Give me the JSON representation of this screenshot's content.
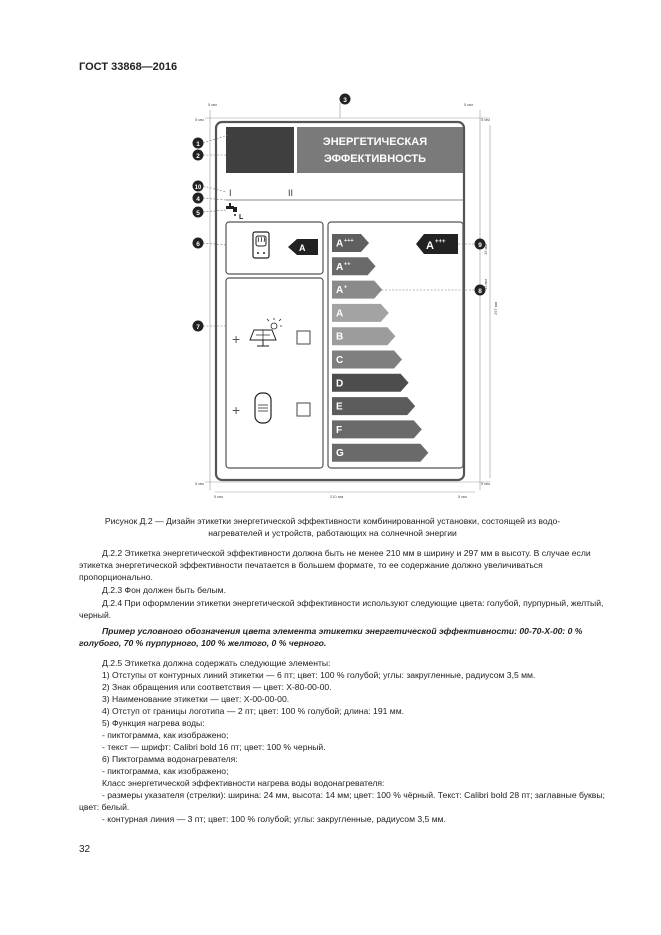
{
  "header": {
    "standard": "ГОСТ 33868—2016"
  },
  "label": {
    "title_line1": "ЭНЕРГЕТИЧЕСКАЯ",
    "title_line2": "ЭФФЕКТИВНОСТЬ",
    "roman1": "I",
    "roman2": "II",
    "tap_sub": "L",
    "heater_class": "A",
    "big_class": "A",
    "big_class_sup": "+++",
    "scale": [
      {
        "letter": "A",
        "sup": "+++",
        "color": "#5f5f5f"
      },
      {
        "letter": "A",
        "sup": "++",
        "color": "#6a6a6a"
      },
      {
        "letter": "A",
        "sup": "+",
        "color": "#8a8a8a"
      },
      {
        "letter": "A",
        "sup": "",
        "color": "#a3a3a3"
      },
      {
        "letter": "B",
        "sup": "",
        "color": "#9c9c9c"
      },
      {
        "letter": "C",
        "sup": "",
        "color": "#7f7f7f"
      },
      {
        "letter": "D",
        "sup": "",
        "color": "#4d4d4d"
      },
      {
        "letter": "E",
        "sup": "",
        "color": "#5c5c5c"
      },
      {
        "letter": "F",
        "sup": "",
        "color": "#6a6a6a"
      },
      {
        "letter": "G",
        "sup": "",
        "color": "#6a6a6a"
      }
    ],
    "callouts": [
      "1",
      "2",
      "3",
      "4",
      "5",
      "6",
      "7",
      "8",
      "9",
      "10"
    ],
    "plus": "+",
    "dims": {
      "mm5": "5 мм",
      "mm2": "2 мм",
      "w210": "210 мм",
      "h297": "297 мм",
      "mm19": "19 мм",
      "mm15": "15 мм"
    }
  },
  "caption": {
    "line1": "Рисунок Д.2 — Дизайн этикетки энергетической эффективности комбинированной установки, состоящей из водо-",
    "line2": "нагревателей и устройств, работающих на солнечной энергии"
  },
  "body": {
    "p1": "Д.2.2 Этикетка энергетической эффективности должна быть не менее 210 мм в ширину и 297 мм в высоту. В случае если этикетка энергетической эффективности печатается в большем формате, то ее содержание должно увеличиваться пропорционально.",
    "p2": "Д.2.3 Фон должен быть белым.",
    "p3": "Д.2.4 При оформлении этикетки энергетической эффективности используют следующие цвета: голубой, пурпурный, желтый, черный.",
    "p4": "Пример условного обозначения цвета элемента этикетки энергетической эффективности: 00-70-Х-00: 0 % голубого, 70 % пурпурного, 100 % желтого, 0 % черного.",
    "l1": "Д.2.5 Этикетка должна содержать следующие элементы:",
    "l2": "1) Отступы от контурных линий этикетки — 6 пт; цвет: 100 % голубой; углы: закругленные, радиусом 3,5 мм.",
    "l3": "2) Знак обращения или соответствия — цвет: Х-80-00-00.",
    "l4": "3) Наименование этикетки — цвет: Х-00-00-00.",
    "l5": "4) Отступ от границы логотипа — 2 пт; цвет: 100 % голубой; длина: 191 мм.",
    "l6": "5) Функция нагрева воды:",
    "l7": "- пиктограмма, как изображено;",
    "l8": "- текст  — шрифт: Calibri bold 16 пт; цвет: 100 % черный.",
    "l9": "6) Пиктограмма водонагревателя:",
    "l10": "- пиктограмма, как изображено;",
    "l11": "Класс энергетической эффективности нагрева воды водонагревателя:",
    "l12": "- размеры указателя (стрелки): ширина: 24 мм, высота: 14 мм; цвет: 100 % чёрный. Текст: Calibri bold 28 пт; заглавные буквы; цвет: белый.",
    "l13": "- контурная линия — 3 пт; цвет: 100 % голубой; углы: закругленные, радиусом 3,5 мм."
  },
  "page_number": "32"
}
